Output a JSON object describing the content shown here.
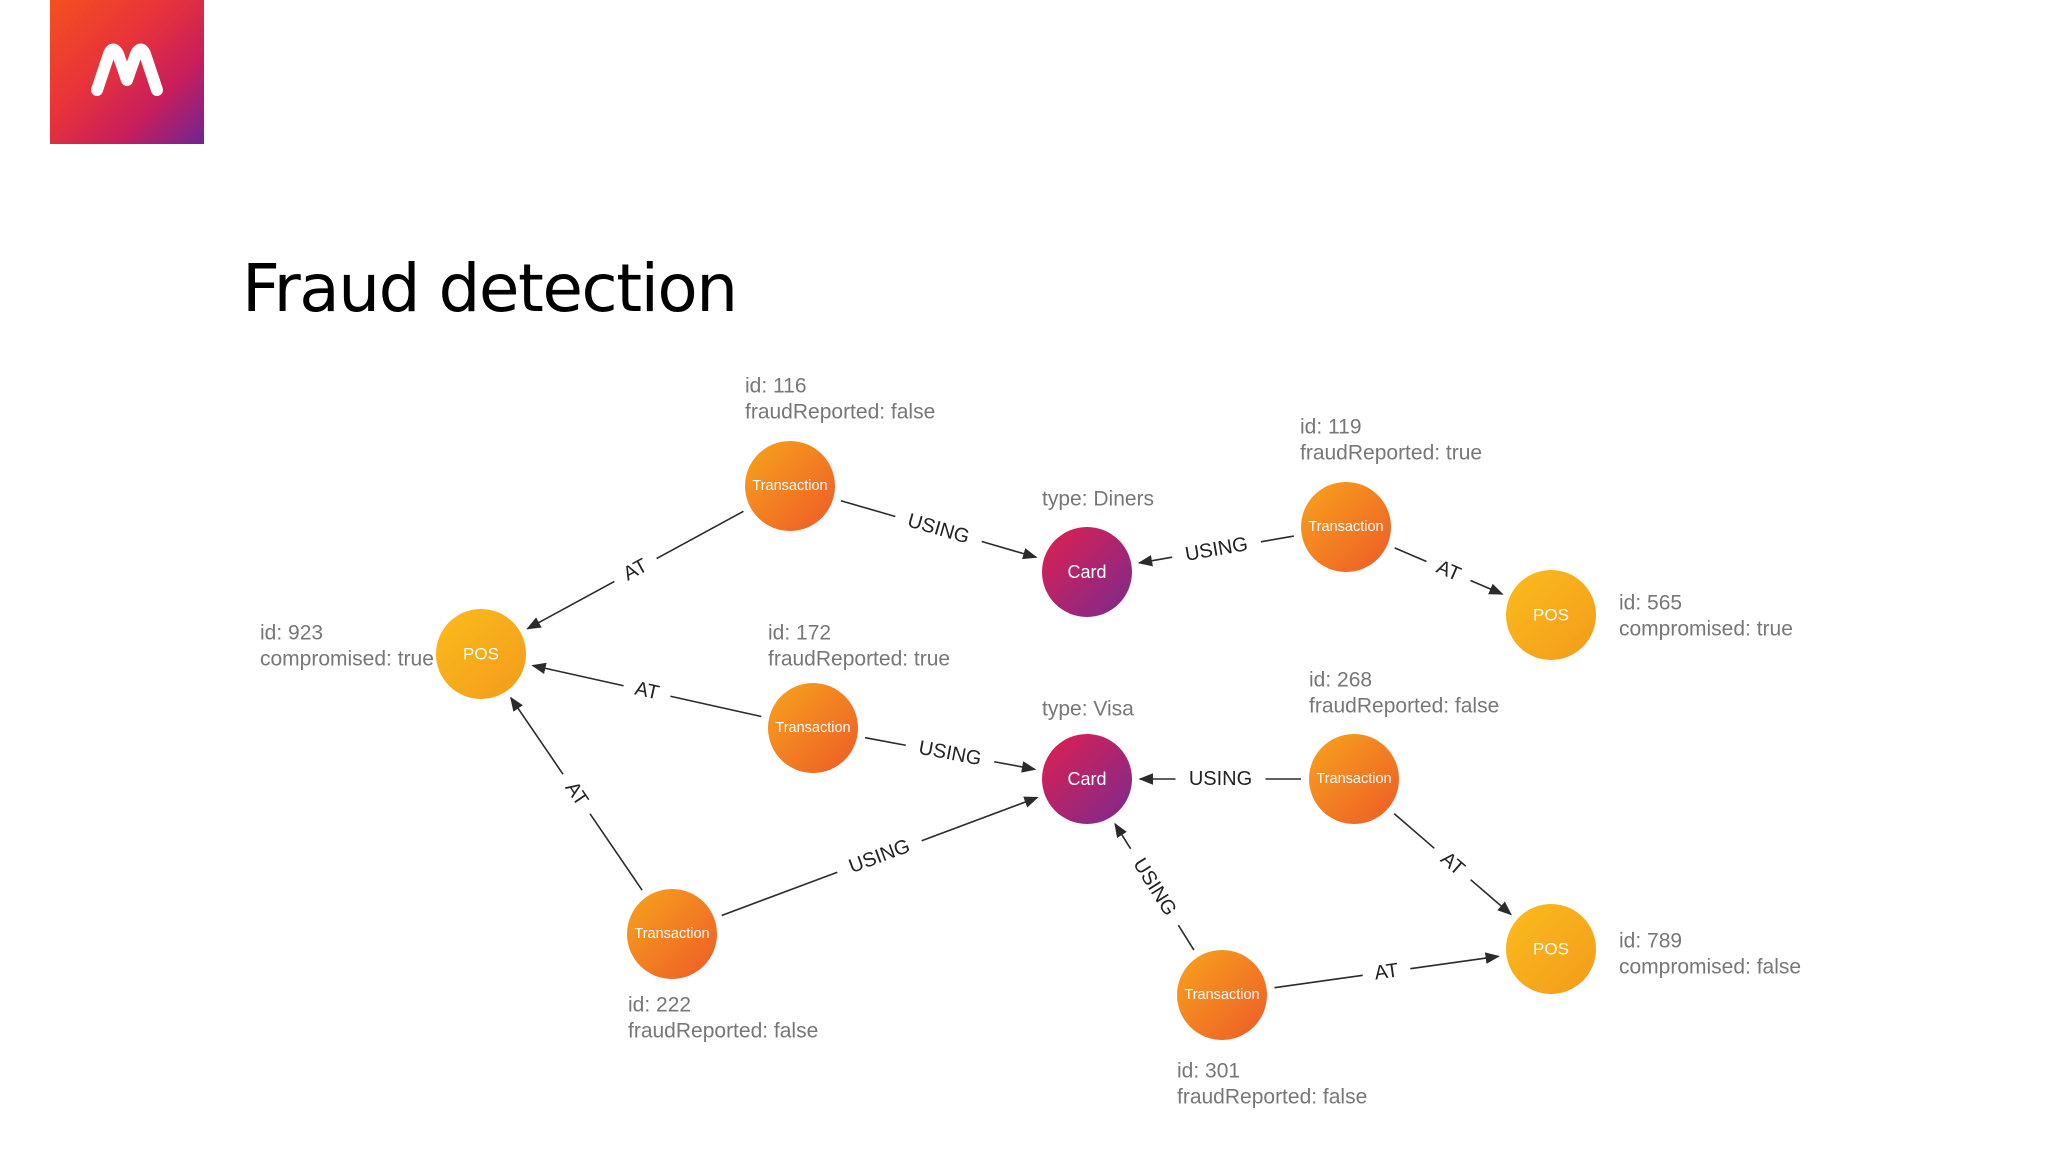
{
  "title": "Fraud detection",
  "logo": {
    "icon": "memgraph-m-logo"
  },
  "colors": {
    "transaction": [
      "#f7a41d",
      "#ee5a27"
    ],
    "pos": [
      "#fbbc1c",
      "#f39b1b"
    ],
    "card": [
      "#e01f4f",
      "#7a2a8f"
    ]
  },
  "nodes": [
    {
      "id": "pos923",
      "label": "POS",
      "kind": "pos",
      "props": [
        "id: 923",
        "compromised: true"
      ]
    },
    {
      "id": "tx116",
      "label": "Transaction",
      "kind": "transaction",
      "props": [
        "id: 116",
        "fraudReported: false"
      ]
    },
    {
      "id": "cardDiners",
      "label": "Card",
      "kind": "card",
      "props": [
        "type: Diners"
      ]
    },
    {
      "id": "tx119",
      "label": "Transaction",
      "kind": "transaction",
      "props": [
        "id: 119",
        "fraudReported: true"
      ]
    },
    {
      "id": "pos565",
      "label": "POS",
      "kind": "pos",
      "props": [
        "id: 565",
        "compromised: true"
      ]
    },
    {
      "id": "tx172",
      "label": "Transaction",
      "kind": "transaction",
      "props": [
        "id: 172",
        "fraudReported: true"
      ]
    },
    {
      "id": "cardVisa",
      "label": "Card",
      "kind": "card",
      "props": [
        "type: Visa"
      ]
    },
    {
      "id": "tx268",
      "label": "Transaction",
      "kind": "transaction",
      "props": [
        "id: 268",
        "fraudReported: false"
      ]
    },
    {
      "id": "pos789",
      "label": "POS",
      "kind": "pos",
      "props": [
        "id: 789",
        "compromised: false"
      ]
    },
    {
      "id": "tx222",
      "label": "Transaction",
      "kind": "transaction",
      "props": [
        "id: 222",
        "fraudReported: false"
      ]
    },
    {
      "id": "tx301",
      "label": "Transaction",
      "kind": "transaction",
      "props": [
        "id: 301",
        "fraudReported: false"
      ]
    }
  ],
  "edges": [
    {
      "from": "tx116",
      "to": "pos923",
      "label": "AT"
    },
    {
      "from": "tx116",
      "to": "cardDiners",
      "label": "USING"
    },
    {
      "from": "tx119",
      "to": "cardDiners",
      "label": "USING"
    },
    {
      "from": "tx119",
      "to": "pos565",
      "label": "AT"
    },
    {
      "from": "tx172",
      "to": "pos923",
      "label": "AT"
    },
    {
      "from": "tx172",
      "to": "cardVisa",
      "label": "USING"
    },
    {
      "from": "tx222",
      "to": "pos923",
      "label": "AT"
    },
    {
      "from": "tx222",
      "to": "cardVisa",
      "label": "USING"
    },
    {
      "from": "tx268",
      "to": "cardVisa",
      "label": "USING"
    },
    {
      "from": "tx268",
      "to": "pos789",
      "label": "AT"
    },
    {
      "from": "tx301",
      "to": "cardVisa",
      "label": "USING"
    },
    {
      "from": "tx301",
      "to": "pos789",
      "label": "AT"
    }
  ]
}
